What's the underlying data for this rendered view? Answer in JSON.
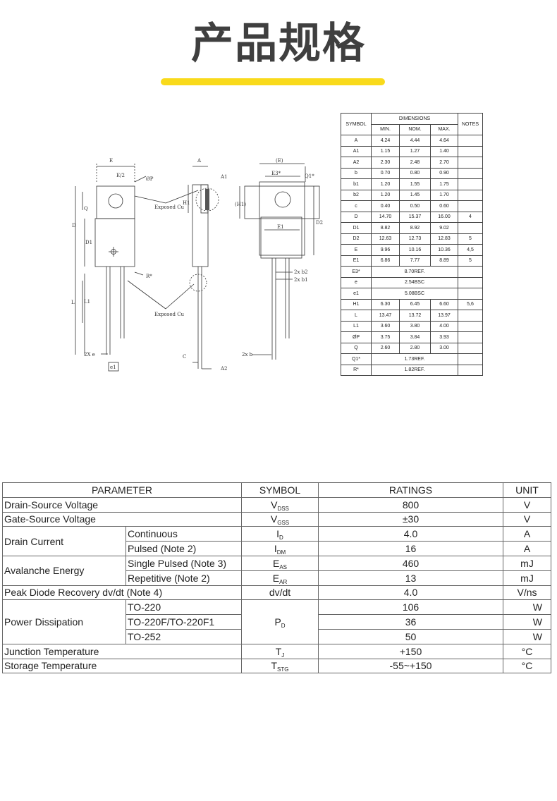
{
  "page_title": "产品规格",
  "drawing": {
    "labels": {
      "E": "E",
      "E2": "E/2",
      "P": "ØP",
      "Q": "Q",
      "D": "D",
      "D1": "D1",
      "L": "L",
      "L1": "L1",
      "twoXe": "2X e",
      "e1": "e1",
      "exposed_cu_top": "Exposed Cu",
      "exposed_cu_bottom": "Exposed Cu",
      "R": "R*",
      "A": "A",
      "A1": "A1",
      "H1": "H1",
      "c": "C",
      "A2": "A2",
      "E_paren": "(E)",
      "E3": "E3*",
      "Q1": "Q1*",
      "H1_paren": "(H1)",
      "D2": "D2",
      "E1": "E1",
      "b2": "2x b2",
      "b1": "2x b1",
      "b": "2x b"
    }
  },
  "dimensions_table": {
    "header": {
      "symbol": "SYMBOL",
      "dimensions": "DIMENSIONS",
      "notes": "NOTES",
      "min": "MIN.",
      "nom": "NOM.",
      "max": "MAX."
    },
    "rows": [
      {
        "symbol": "A",
        "min": "4.24",
        "nom": "4.44",
        "max": "4.64",
        "notes": ""
      },
      {
        "symbol": "A1",
        "min": "1.15",
        "nom": "1.27",
        "max": "1.40",
        "notes": ""
      },
      {
        "symbol": "A2",
        "min": "2.30",
        "nom": "2.48",
        "max": "2.70",
        "notes": ""
      },
      {
        "symbol": "b",
        "min": "0.70",
        "nom": "0.80",
        "max": "0.90",
        "notes": ""
      },
      {
        "symbol": "b1",
        "min": "1.20",
        "nom": "1.55",
        "max": "1.75",
        "notes": ""
      },
      {
        "symbol": "b2",
        "min": "1.20",
        "nom": "1.45",
        "max": "1.70",
        "notes": ""
      },
      {
        "symbol": "c",
        "min": "0.40",
        "nom": "0.50",
        "max": "0.60",
        "notes": ""
      },
      {
        "symbol": "D",
        "min": "14.70",
        "nom": "15.37",
        "max": "16.00",
        "notes": "4"
      },
      {
        "symbol": "D1",
        "min": "8.82",
        "nom": "8.92",
        "max": "9.02",
        "notes": ""
      },
      {
        "symbol": "D2",
        "min": "12.63",
        "nom": "12.73",
        "max": "12.83",
        "notes": "5"
      },
      {
        "symbol": "E",
        "min": "9.96",
        "nom": "10.16",
        "max": "10.36",
        "notes": "4,5"
      },
      {
        "symbol": "E1",
        "min": "6.86",
        "nom": "7.77",
        "max": "8.89",
        "notes": "5"
      },
      {
        "symbol": "E3*",
        "ref": "8.70REF.",
        "notes": ""
      },
      {
        "symbol": "e",
        "ref": "2.54BSC",
        "notes": ""
      },
      {
        "symbol": "e1",
        "ref": "5.08BSC",
        "notes": ""
      },
      {
        "symbol": "H1",
        "min": "6.30",
        "nom": "6.45",
        "max": "6.60",
        "notes": "5,6"
      },
      {
        "symbol": "L",
        "min": "13.47",
        "nom": "13.72",
        "max": "13.97",
        "notes": ""
      },
      {
        "symbol": "L1",
        "min": "3.60",
        "nom": "3.80",
        "max": "4.00",
        "notes": ""
      },
      {
        "symbol": "ØP",
        "min": "3.75",
        "nom": "3.84",
        "max": "3.93",
        "notes": ""
      },
      {
        "symbol": "Q",
        "min": "2.60",
        "nom": "2.80",
        "max": "3.00",
        "notes": ""
      },
      {
        "symbol": "Q1*",
        "ref": "1.73REF.",
        "notes": ""
      },
      {
        "symbol": "R*",
        "ref": "1.82REF.",
        "notes": ""
      }
    ]
  },
  "ratings_table": {
    "header": {
      "parameter": "PARAMETER",
      "symbol": "SYMBOL",
      "ratings": "RATINGS",
      "unit": "UNIT"
    },
    "rows": {
      "vdss": {
        "param": "Drain-Source Voltage",
        "sym": "V",
        "sub": "DSS",
        "value": "800",
        "unit": "V"
      },
      "vgss": {
        "param": "Gate-Source Voltage",
        "sym": "V",
        "sub": "GSS",
        "value": "±30",
        "unit": "V"
      },
      "drain": {
        "param": "Drain Current",
        "cont": {
          "cond": "Continuous",
          "sym": "I",
          "sub": "D",
          "value": "4.0",
          "unit": "A"
        },
        "puls": {
          "cond": "Pulsed (Note 2)",
          "sym": "I",
          "sub": "DM",
          "value": "16",
          "unit": "A"
        }
      },
      "aval": {
        "param": "Avalanche Energy",
        "single": {
          "cond": "Single Pulsed (Note 3)",
          "sym": "E",
          "sub": "AS",
          "value": "460",
          "unit": "mJ"
        },
        "rep": {
          "cond": "Repetitive (Note 2)",
          "sym": "E",
          "sub": "AR",
          "value": "13",
          "unit": "mJ"
        }
      },
      "dvdt": {
        "param": "Peak Diode Recovery dv/dt (Note 4)",
        "sym": "dv/dt",
        "value": "4.0",
        "unit": "V/ns"
      },
      "power": {
        "param": "Power Dissipation",
        "sym": "P",
        "sub": "D",
        "to220": {
          "cond": "TO-220",
          "value": "106",
          "unit": "W"
        },
        "to220f": {
          "cond": "TO-220F/TO-220F1",
          "value": "36",
          "unit": "W"
        },
        "to252": {
          "cond": "TO-252",
          "value": "50",
          "unit": "W"
        }
      },
      "tj": {
        "param": "Junction Temperature",
        "sym": "T",
        "sub": "J",
        "value": "+150",
        "unit": "°C"
      },
      "tstg": {
        "param": "Storage Temperature",
        "sym": "T",
        "sub": "STG",
        "value": "-55~+150",
        "unit": "°C"
      }
    }
  }
}
